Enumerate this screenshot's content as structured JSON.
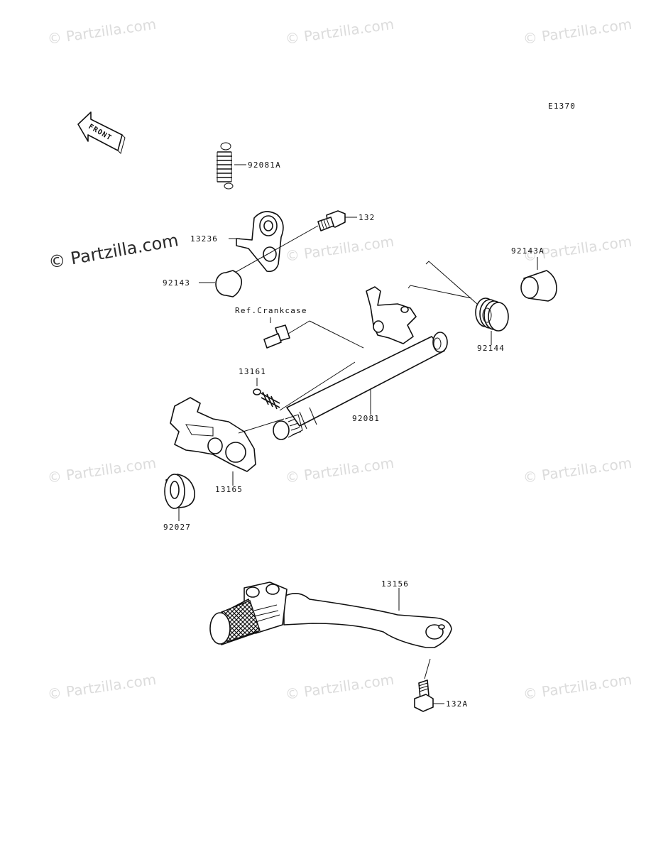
{
  "diagram_code": "E1370",
  "front_label": "FRONT",
  "watermark": {
    "small": "© Partzilla.com",
    "large": "© Partzilla.com"
  },
  "reference_label": "Ref.Crankcase",
  "parts": [
    {
      "id": "92081A"
    },
    {
      "id": "132"
    },
    {
      "id": "13236"
    },
    {
      "id": "92143"
    },
    {
      "id": "92143A"
    },
    {
      "id": "92144"
    },
    {
      "id": "92081"
    },
    {
      "id": "13161"
    },
    {
      "id": "13165"
    },
    {
      "id": "92027"
    },
    {
      "id": "13156"
    },
    {
      "id": "132A"
    }
  ]
}
